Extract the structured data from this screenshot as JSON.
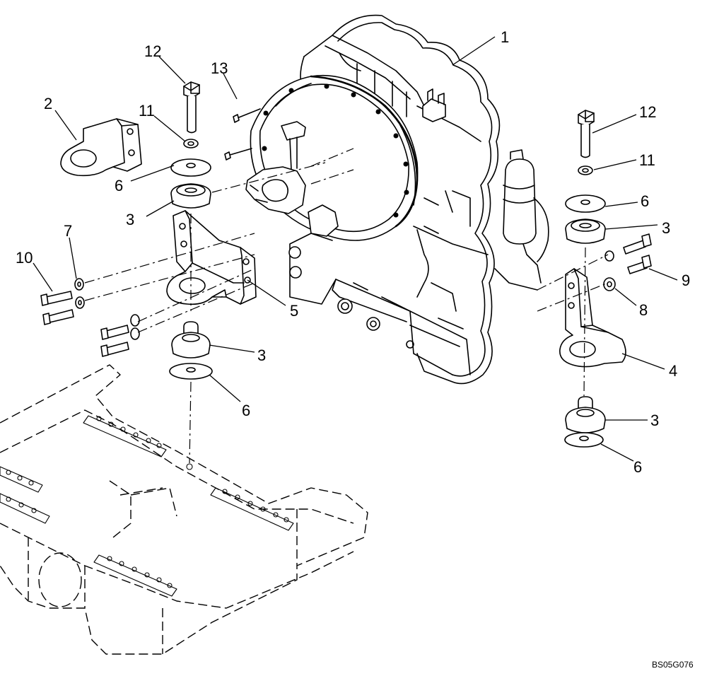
{
  "callouts": {
    "c1": "1",
    "c2": "2",
    "c3a": "3",
    "c3b": "3",
    "c3c": "3",
    "c3d": "3",
    "c4": "4",
    "c5": "5",
    "c6a": "6",
    "c6b": "6",
    "c6c": "6",
    "c6d": "6",
    "c7": "7",
    "c8": "8",
    "c9": "9",
    "c10": "10",
    "c11a": "11",
    "c11b": "11",
    "c12a": "12",
    "c12b": "12",
    "c13": "13"
  },
  "figure_code": "BS05G076"
}
